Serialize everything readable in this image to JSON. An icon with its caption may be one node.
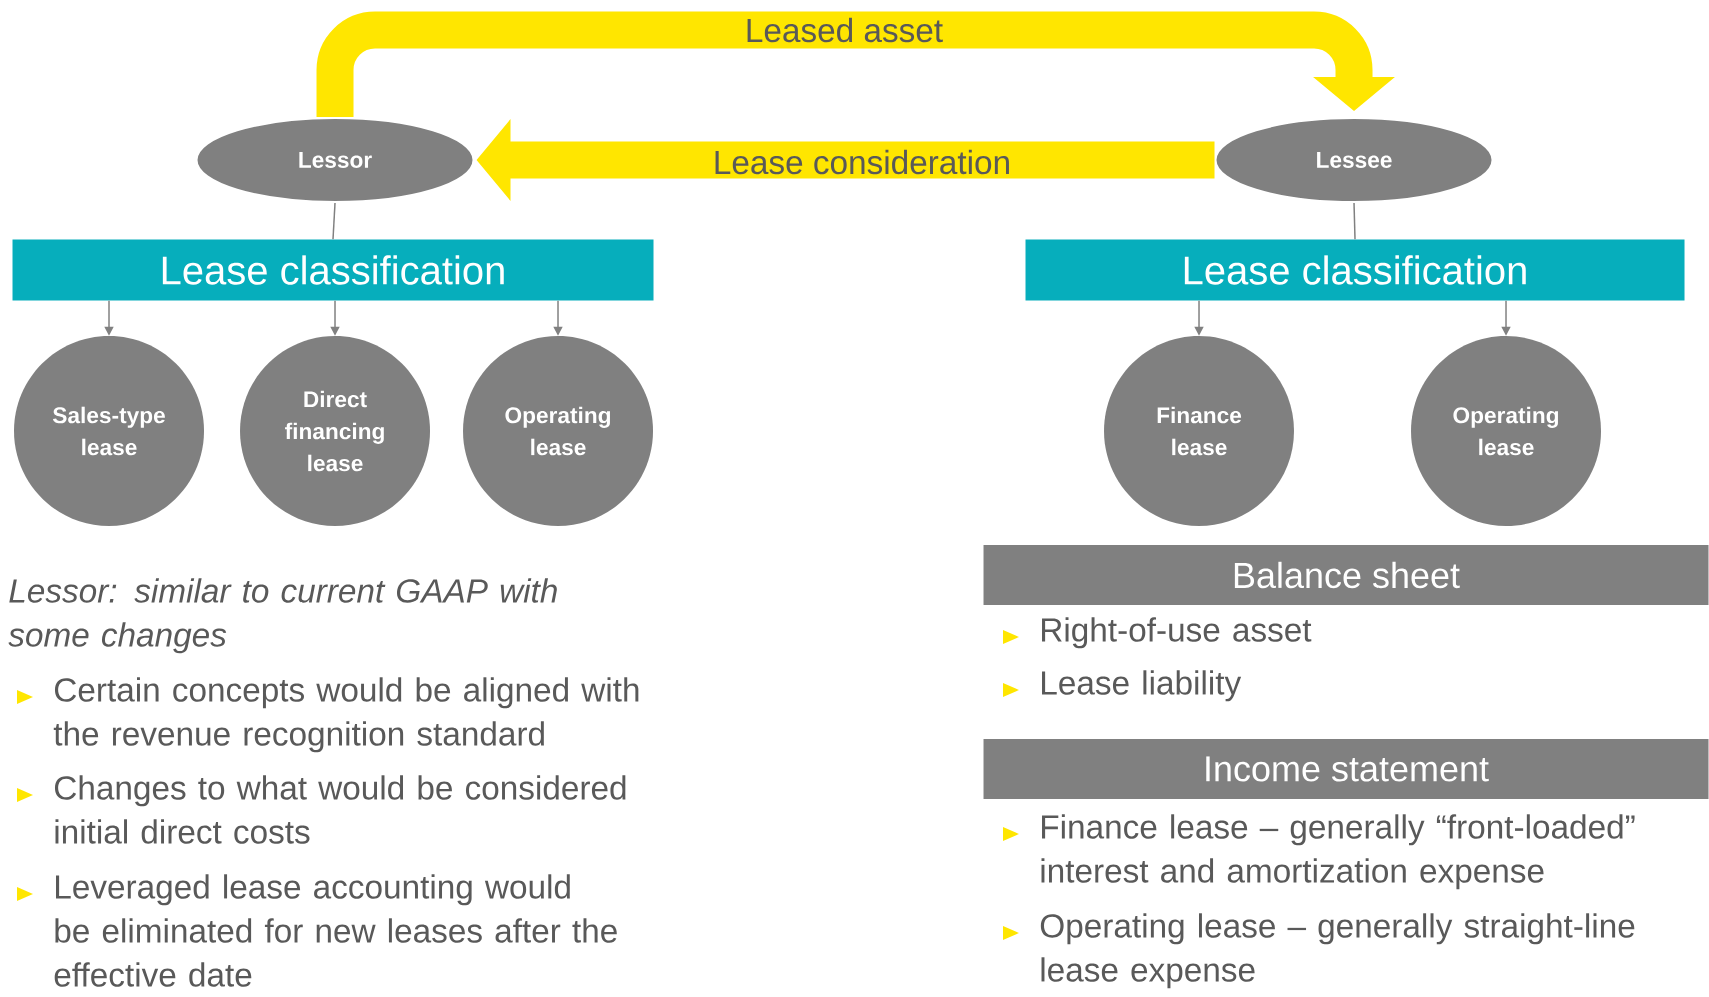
{
  "diagram": {
    "nodes": [
      {
        "text": [
          "Lessor"
        ]
      },
      {
        "text": [
          "Lessee"
        ]
      },
      {
        "text": [
          "Lease classification"
        ]
      },
      {
        "text": [
          "Lease classification"
        ]
      },
      {
        "text": [
          "Sales-type lease"
        ]
      },
      {
        "text": [
          "Direct financing lease"
        ]
      },
      {
        "text": [
          "Operating lease"
        ]
      },
      {
        "text": [
          "Finance lease"
        ]
      },
      {
        "text": [
          "Operating lease"
        ]
      },
      {
        "text": [
          "Balance sheet"
        ]
      },
      {
        "text": [
          "Income statement"
        ]
      }
    ],
    "edges": [
      {
        "from": 0,
        "to": 1,
        "arrow": "to",
        "label": "Leased asset",
        "style": "thick",
        "color": "#ffe600"
      },
      {
        "from": 1,
        "to": 0,
        "arrow": "to",
        "label": "Lease consideration",
        "style": "thick",
        "color": "#ffe600"
      },
      {
        "from": 0,
        "to": 2,
        "arrow": "none"
      },
      {
        "from": 1,
        "to": 3,
        "arrow": "none"
      },
      {
        "from": 2,
        "to": 4,
        "arrow": "to"
      },
      {
        "from": 2,
        "to": 5,
        "arrow": "to"
      },
      {
        "from": 2,
        "to": 6,
        "arrow": "to"
      },
      {
        "from": 3,
        "to": 7,
        "arrow": "to"
      },
      {
        "from": 3,
        "to": 8,
        "arrow": "to"
      }
    ],
    "labels": [
      "Lessor: similar to current GAAP with some changes",
      "Certain concepts would be aligned with the revenue recognition standard",
      "Changes to what would be considered initial direct costs",
      "Leveraged lease accounting would be eliminated for new leases after the effective date",
      "Right-of-use asset",
      "Lease liability",
      "Finance lease – generally “front-loaded” interest and amortization expense",
      "Operating lease – generally straight-line lease expense"
    ]
  }
}
